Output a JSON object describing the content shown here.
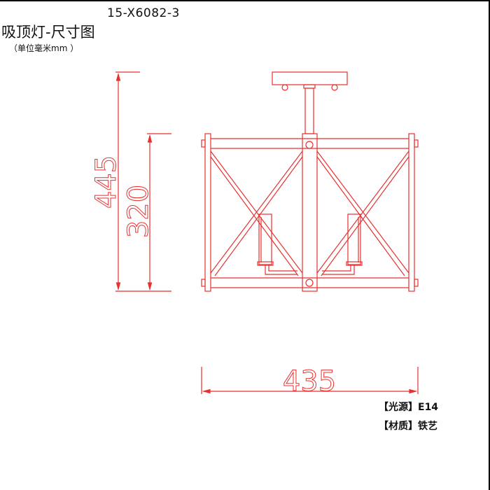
{
  "header": {
    "model": "15-X6082-3",
    "title": "吸顶灯-尺寸图",
    "unit_note": "（单位毫米mm ）"
  },
  "dimensions": {
    "total_height": "445",
    "body_height": "320",
    "width": "435"
  },
  "specs": [
    {
      "label": "【光源】",
      "value": "E14"
    },
    {
      "label": "【材质】",
      "value": "铁艺"
    }
  ],
  "colors": {
    "line": "#e8302f",
    "text": "#111111"
  }
}
